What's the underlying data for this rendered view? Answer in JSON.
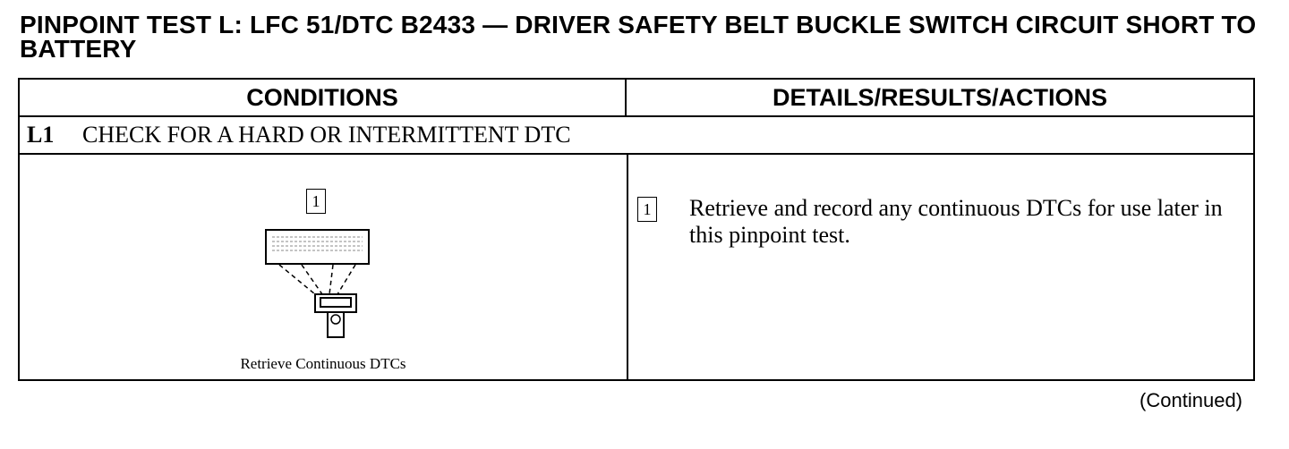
{
  "title": "PINPOINT TEST L: LFC 51/DTC B2433 — DRIVER SAFETY BELT BUCKLE SWITCH CIRCUIT SHORT TO BATTERY",
  "table": {
    "headers": {
      "conditions": "CONDITIONS",
      "details": "DETAILS/RESULTS/ACTIONS"
    },
    "step": {
      "id": "L1",
      "title": "CHECK FOR A HARD OR INTERMITTENT DTC"
    },
    "illustration": {
      "callout": "1",
      "caption": "Retrieve Continuous DTCs",
      "icon": "scan-tool-icon"
    },
    "actions": [
      {
        "callout": "1",
        "text": "Retrieve and record any continuous DTCs for use later in this pinpoint test."
      }
    ]
  },
  "footer": {
    "continued": "(Continued)"
  }
}
